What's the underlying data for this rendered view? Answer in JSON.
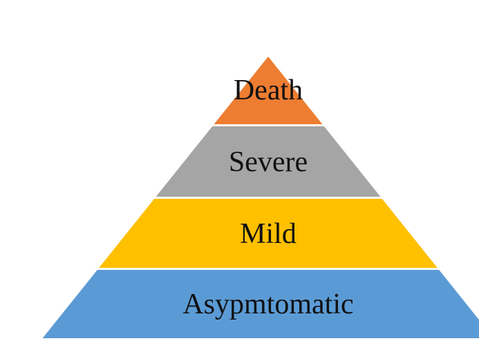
{
  "diagram": {
    "type": "pyramid",
    "levels": [
      {
        "label": "Death",
        "color": "#ED7D31"
      },
      {
        "label": "Severe",
        "color": "#A5A5A5"
      },
      {
        "label": "Mild",
        "color": "#FFC000"
      },
      {
        "label": "Asypmtomatic",
        "color": "#5B9BD5"
      }
    ]
  }
}
